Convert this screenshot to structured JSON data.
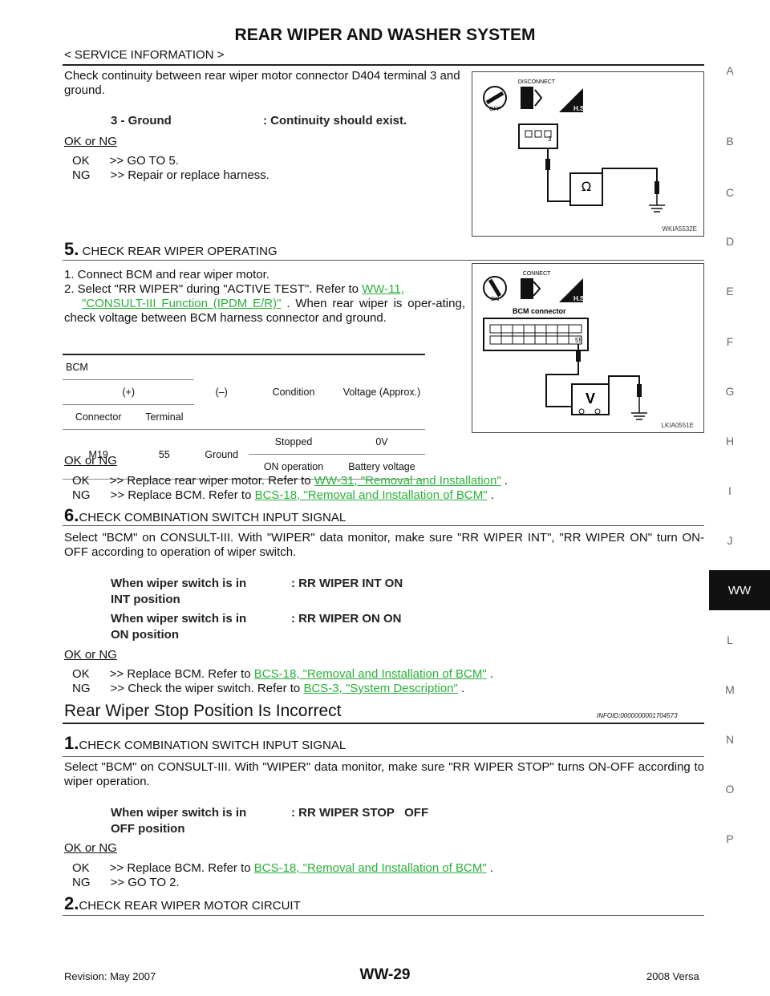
{
  "header": {
    "title": "REAR WIPER AND WASHER SYSTEM",
    "subtitle": "< SERVICE INFORMATION >"
  },
  "side_letters": [
    "A",
    "B",
    "C",
    "D",
    "E",
    "F",
    "G",
    "H",
    "I",
    "J",
    "WW",
    "L",
    "M",
    "N",
    "O",
    "P"
  ],
  "top": {
    "intro": "Check continuity between rear wiper motor connector D404 terminal 3 and ground.",
    "cond_left": "3 - Ground",
    "cond_right": ": Continuity should exist.",
    "okng": "OK or NG",
    "ok": "OK      >> GO TO 5.",
    "ng": "NG      >> Repair or replace harness.",
    "fig_code": "WKIA5532E",
    "fig_label_disconnect": "DISCONNECT",
    "fig_label_hs": "H.S.",
    "fig_label_off": "OFF",
    "fig_terminal": "3",
    "fig_meter": "Ω"
  },
  "step5": {
    "num": "5.",
    "title": "CHECK REAR WIPER OPERATING",
    "item1": "1.  Connect BCM and rear wiper motor.",
    "item2_a": "2.  Select \"RR WIPER\" during \"ACTIVE TEST\". Refer to ",
    "item2_link1": "WW-11,",
    "item2_link2": "\"CONSULT-III Function (IPDM E/R)\"",
    "item2_b": " . When rear wiper is oper-ating, check voltage between BCM harness connector and ground.",
    "fig_code": "LKIA0551E",
    "fig_label_connect": "CONNECT",
    "fig_label_on": "ON",
    "fig_label_hs": "H.S.",
    "fig_label_bcm": "BCM connector",
    "fig_terminal": "55",
    "fig_meter": "V",
    "table": {
      "h_bcm": "BCM",
      "h_plus": "(+)",
      "h_minus": "(–)",
      "h_condition": "Condition",
      "h_voltage": "Voltage (Approx.)",
      "h_connector": "Connector",
      "h_terminal": "Terminal",
      "r_connector": "M19",
      "r_terminal": "55",
      "r_minus": "Ground",
      "r1_cond": "Stopped",
      "r1_volt": "0V",
      "r2_cond": "ON operation",
      "r2_volt": "Battery voltage"
    },
    "okng": "OK or NG",
    "ok_a": "OK      >> Replace rear wiper motor. Refer to ",
    "ok_link": "WW-31, \"Removal and Installation\"",
    "ng_a": "NG      >> Replace BCM. Refer to ",
    "ng_link": "BCS-18, \"Removal and Installation of BCM\"",
    "tail": " ."
  },
  "step6": {
    "num": "6.",
    "title": "CHECK COMBINATION SWITCH INPUT SIGNAL",
    "text": "Select \"BCM\" on CONSULT-III. With \"WIPER\" data monitor, make sure \"RR WIPER INT\", \"RR WIPER ON\" turn ON-OFF according to operation of wiper switch.",
    "c1_l1": "When wiper switch is in",
    "c1_l2": "INT position",
    "c1_r": ": RR WIPER INT ON",
    "c2_l1": "When wiper switch is in",
    "c2_l2": "ON position",
    "c2_r": ": RR WIPER ON ON",
    "okng": "OK or NG",
    "ok_a": "OK      >> Replace BCM. Refer to ",
    "ok_link": "BCS-18, \"Removal and Installation of BCM\"",
    "ng_a": "NG      >> Check the wiper switch. Refer to ",
    "ng_link": "BCS-3, \"System Description\"",
    "tail": " ."
  },
  "section": {
    "title": "Rear Wiper Stop Position Is Incorrect",
    "infoid": "INFOID:0000000001704573"
  },
  "step1": {
    "num": "1.",
    "title": "CHECK COMBINATION SWITCH INPUT SIGNAL",
    "text": "Select \"BCM\" on CONSULT-III. With \"WIPER\" data monitor, make sure \"RR WIPER STOP\" turns ON-OFF according to wiper operation.",
    "c_l1": "When wiper switch is in",
    "c_l2": "OFF position",
    "c_r": ": RR WIPER STOP   OFF",
    "okng": "OK or NG",
    "ok_a": "OK      >> Replace BCM. Refer to ",
    "ok_link": "BCS-18, \"Removal and Installation of BCM\"",
    "ng": "NG      >> GO TO 2.",
    "tail": " ."
  },
  "step2": {
    "num": "2.",
    "title": "CHECK REAR WIPER MOTOR CIRCUIT"
  },
  "footer": {
    "revision": "Revision: May 2007",
    "page": "WW-29",
    "model": "2008 Versa"
  }
}
